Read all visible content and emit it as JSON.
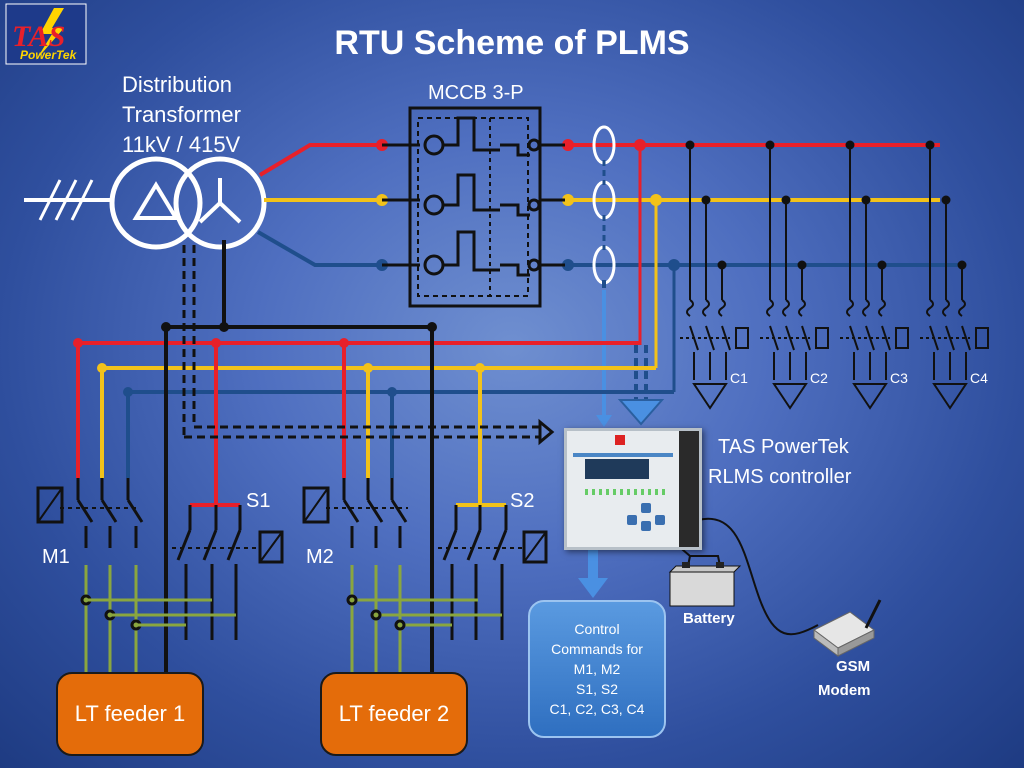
{
  "title": "RTU Scheme of PLMS",
  "logo": {
    "brand": "TAS",
    "sub": "PowerTek"
  },
  "transformer": {
    "line1": "Distribution",
    "line2": "Transformer",
    "line3": "11kV / 415V"
  },
  "mccb_label": "MCCB  3-P",
  "capacitors": [
    "C1",
    "C2",
    "C3",
    "C4"
  ],
  "switches": {
    "m1": "M1",
    "m2": "M2",
    "s1": "S1",
    "s2": "S2"
  },
  "controller": {
    "line1": "TAS PowerTek",
    "line2": "RLMS controller"
  },
  "battery_label": "Battery",
  "modem": {
    "line1": "GSM",
    "line2": "Modem"
  },
  "feeders": [
    "LT feeder 1",
    "LT feeder 2"
  ],
  "command_box": {
    "line1": "Control",
    "line2": "Commands for",
    "line3": "M1, M2",
    "line4": "S1, S2",
    "line5": "C1, C2, C3, C4"
  },
  "colors": {
    "red_phase": "#e8202a",
    "yellow_phase": "#f2c21a",
    "blue_phase": "#1f4e8c",
    "neutral": "#111111",
    "load_wire": "#8aa63f",
    "feeder": "#e46c0a"
  }
}
